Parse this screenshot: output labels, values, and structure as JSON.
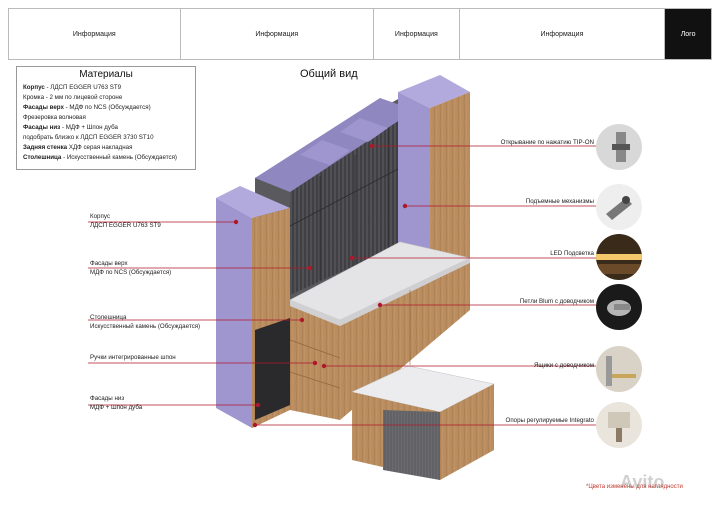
{
  "header": {
    "cells": [
      "Информация",
      "Информация",
      "Информация",
      "Информация"
    ],
    "logo": "Лого"
  },
  "materials": {
    "title": "Материалы",
    "lines": [
      {
        "bold": "Корпус",
        "rest": " - ЛДСП EGGER U763 ST9"
      },
      {
        "bold": "",
        "rest": "Кромка - 2 мм по лицевой стороне"
      },
      {
        "bold": "Фасады верх",
        "rest": " - МДФ по NCS (Обсуждается)"
      },
      {
        "bold": "",
        "rest": "Фрезеровка волновая"
      },
      {
        "bold": "Фасады низ",
        "rest": " - МДФ + Шпон дуба"
      },
      {
        "bold": "",
        "rest": "подобрать близко к ЛДСП EGGER 3730 ST10"
      },
      {
        "bold": "Задняя стенка",
        "rest": " ХДФ серая накладная"
      },
      {
        "bold": "Столешница",
        "rest": " - Искусственный камень (Обсуждается)"
      }
    ]
  },
  "main_title": "Общий вид",
  "left_labels": [
    {
      "line1": "Корпус",
      "line2": "ЛДСП EGGER U763 ST9"
    },
    {
      "line1": "Фасады верх",
      "line2": "МДФ по NCS (Обсуждается)"
    },
    {
      "line1": "Столешница",
      "line2": "Искусственный камень (Обсуждается)"
    },
    {
      "line1": "Ручки интегрированные шпон",
      "line2": ""
    },
    {
      "line1": "Фасады низ",
      "line2": "МДФ + Шпон дуба"
    }
  ],
  "right_labels": [
    "Открывание по нажатию TIP-ON",
    "Подъемные механизмы",
    "LED Подсветка",
    "Петли Blum с доводчиком",
    "Ящики с доводчиком",
    "Опоры регулируемые Integrato"
  ],
  "note": "*Цвета изменены для наглядности",
  "watermark": "Avito",
  "colors": {
    "accent_line": "#b0182a",
    "carcass_purple": "#9f95cf",
    "wood": "#b98d5f",
    "dark_facade": "#4a4a4e",
    "stone": "#e6e6e6"
  }
}
